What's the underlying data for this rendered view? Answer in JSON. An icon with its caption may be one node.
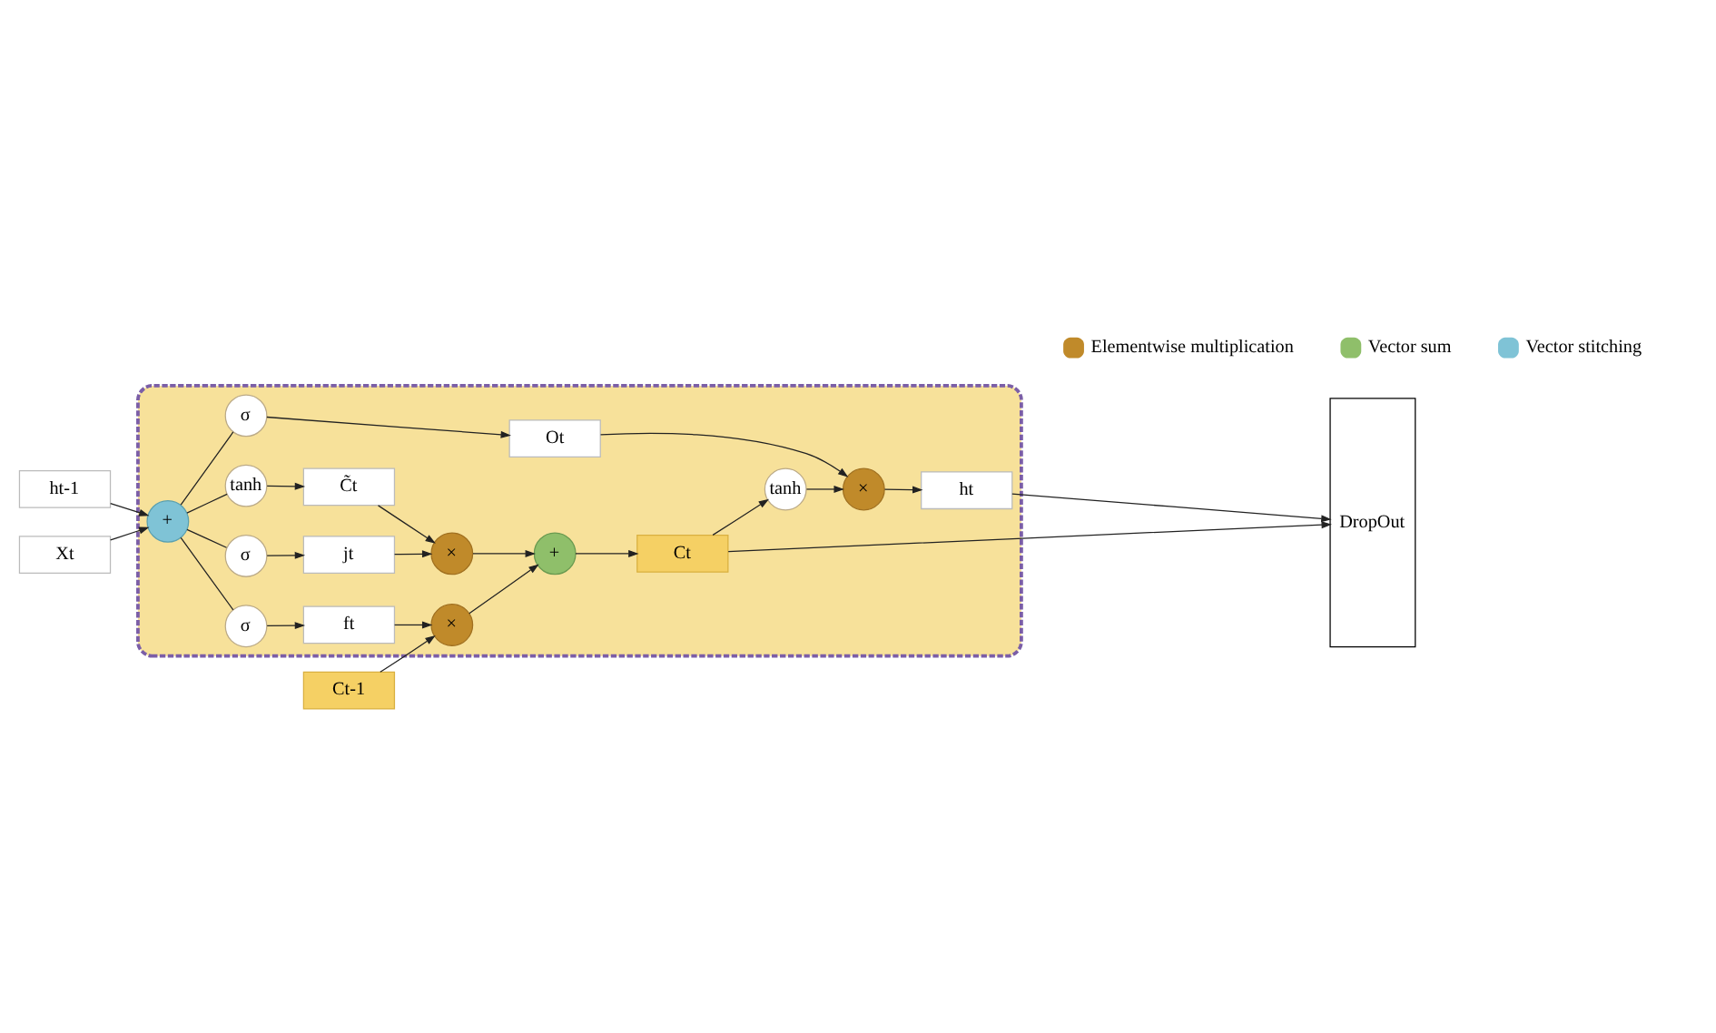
{
  "diagram": {
    "nodes": [
      {
        "text": [],
        "shape": "box"
      },
      {
        "text": [
          "Ct-1"
        ]
      },
      {
        "text": [
          "×"
        ],
        "in": 0
      },
      {
        "text": [
          "+"
        ],
        "in": 0
      },
      {
        "text": [
          "Ct"
        ],
        "in": 0
      },
      {
        "text": [
          "tanh"
        ],
        "in": 0
      },
      {
        "text": [
          "×"
        ],
        "in": 0
      },
      {
        "text": [
          "ft"
        ],
        "in": 0
      },
      {
        "text": [
          "jt"
        ],
        "in": 0
      },
      {
        "text": [
          "C̃t"
        ],
        "in": 0
      },
      {
        "text": [
          "Ot"
        ],
        "in": 0
      },
      {
        "text": [
          "×"
        ],
        "in": 0
      },
      {
        "text": [
          "σ"
        ],
        "in": 0
      },
      {
        "text": [
          "σ"
        ],
        "in": 0
      },
      {
        "text": [
          "tanh"
        ],
        "in": 0
      },
      {
        "text": [
          "σ"
        ],
        "in": 0
      },
      {
        "text": [
          "ht"
        ],
        "in": 0
      },
      {
        "text": [
          "ht-1"
        ]
      },
      {
        "text": [
          "+"
        ],
        "in": 0
      },
      {
        "text": [
          "Xt"
        ]
      },
      {
        "text": [
          "DropOut"
        ]
      }
    ],
    "edges": [
      {
        "from": 1,
        "to": 2,
        "arrow": "to"
      },
      {
        "from": 2,
        "to": 3,
        "arrow": "to"
      },
      {
        "from": 3,
        "to": 4,
        "arrow": "to"
      },
      {
        "from": 4,
        "to": 20,
        "arrow": "to"
      },
      {
        "from": 4,
        "to": 5,
        "arrow": "to"
      },
      {
        "from": 5,
        "to": 11,
        "arrow": "to"
      },
      {
        "from": 10,
        "to": 11,
        "arrow": "to"
      },
      {
        "from": 11,
        "to": 16,
        "arrow": "to"
      },
      {
        "from": 16,
        "to": 20,
        "arrow": "to"
      },
      {
        "from": 6,
        "to": 3,
        "arrow": "to"
      },
      {
        "from": 8,
        "to": 6,
        "arrow": "to"
      },
      {
        "from": 9,
        "to": 6,
        "arrow": "to"
      },
      {
        "from": 7,
        "to": 2,
        "arrow": "to"
      },
      {
        "from": 12,
        "to": 7,
        "arrow": "to"
      },
      {
        "from": 13,
        "to": 8,
        "arrow": "to"
      },
      {
        "from": 14,
        "to": 9,
        "arrow": "to"
      },
      {
        "from": 15,
        "to": 10,
        "arrow": "to"
      },
      {
        "from": 17,
        "to": 18,
        "arrow": "to"
      },
      {
        "from": 19,
        "to": 18,
        "arrow": "to"
      },
      {
        "from": 18,
        "to": 12,
        "arrow": "none"
      },
      {
        "from": 18,
        "to": 13,
        "arrow": "none"
      },
      {
        "from": 18,
        "to": 14,
        "arrow": "none"
      },
      {
        "from": 18,
        "to": 15,
        "arrow": "none"
      }
    ],
    "legend": [
      {
        "text": "Elementwise multiplication",
        "color": "#c08a2a"
      },
      {
        "text": "Vector sum",
        "color": "#8fbf6a"
      },
      {
        "text": "Vector stitching",
        "color": "#7fc3d6"
      }
    ]
  }
}
